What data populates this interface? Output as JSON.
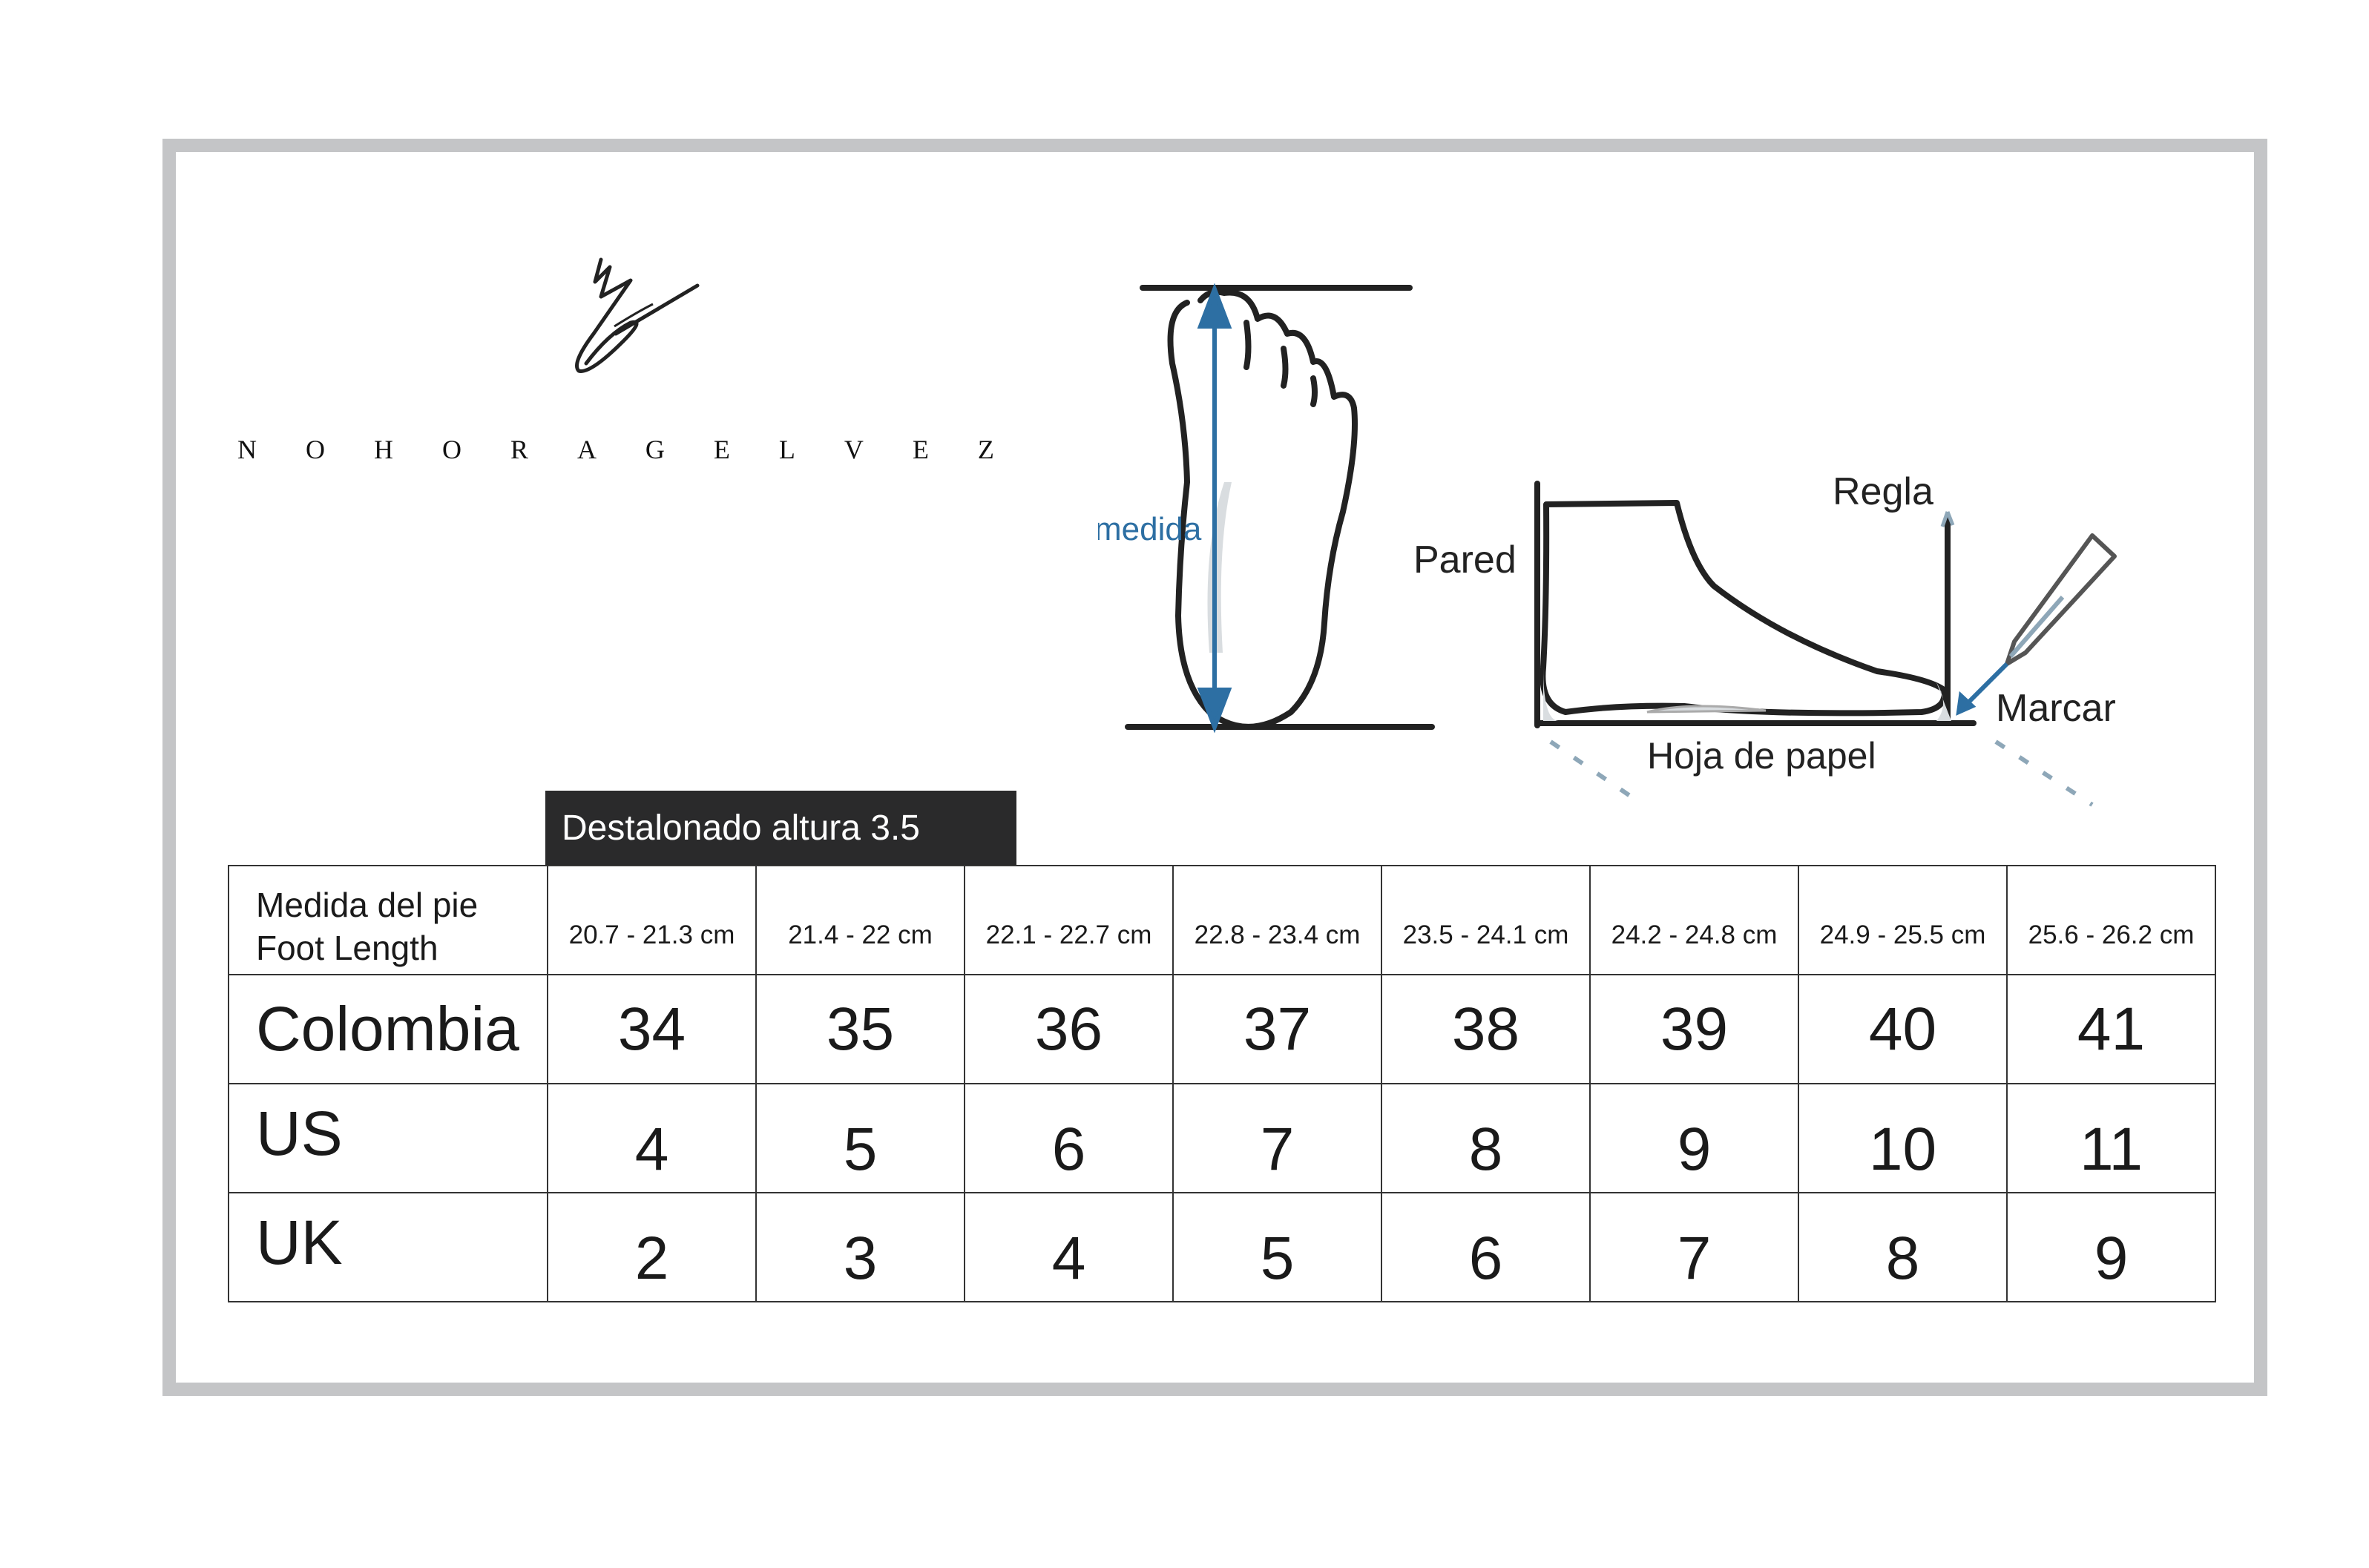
{
  "brand": {
    "letters": [
      "N",
      "O",
      "H",
      "O",
      "R",
      "A",
      "G",
      "E",
      "L",
      "V",
      "E",
      "Z"
    ]
  },
  "illustration": {
    "labels": {
      "measure": "medida",
      "wall": "Pared",
      "ruler": "Regla",
      "mark": "Marcar",
      "paper": "Hoja de papel"
    },
    "colors": {
      "accent": "#2d6fa3",
      "line": "#222222",
      "dash": "#8ea7b8"
    }
  },
  "table": {
    "tab_title": "Destalonado altura 3.5",
    "header_label_line1": "Medida del pie",
    "header_label_line2": "Foot Length",
    "ranges": [
      "20.7 - 21.3 cm",
      "21.4 - 22 cm",
      "22.1 - 22.7 cm",
      "22.8 - 23.4 cm",
      "23.5 - 24.1 cm",
      "24.2 - 24.8 cm",
      "24.9 - 25.5 cm",
      "25.6 - 26.2 cm"
    ],
    "rows": [
      {
        "label": "Colombia",
        "values": [
          "34",
          "35",
          "36",
          "37",
          "38",
          "39",
          "40",
          "41"
        ]
      },
      {
        "label": "US",
        "values": [
          "4",
          "5",
          "6",
          "7",
          "8",
          "9",
          "10",
          "11"
        ]
      },
      {
        "label": "UK",
        "values": [
          "2",
          "3",
          "4",
          "5",
          "6",
          "7",
          "8",
          "9"
        ]
      }
    ]
  },
  "colors": {
    "frame": "#c4c5c7",
    "tab_bg": "#2a2a2b",
    "tab_text": "#ffffff",
    "border": "#333333"
  }
}
